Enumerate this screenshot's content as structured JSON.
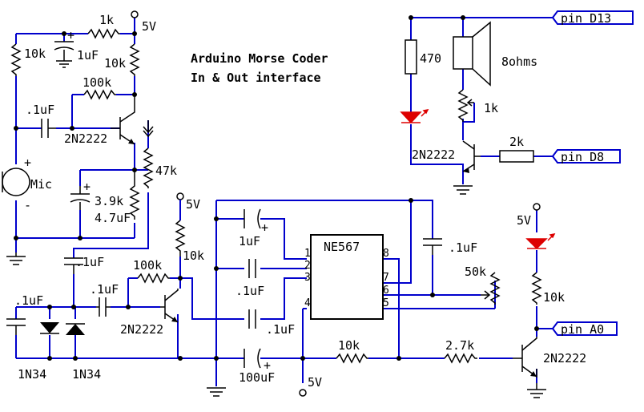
{
  "title_line1": "Arduino Morse Coder",
  "title_line2": "In & Out interface",
  "labels": {
    "r_top_1k": "1k",
    "vcc_top": "5V",
    "r_10k_left": "10k",
    "c_1uF_top": "1uF",
    "r_10k_mid": "10k",
    "r_100k_top": "100k",
    "c_01uF_left": ".1uF",
    "q1": "2N2222",
    "mic": "Mic",
    "plus": "+",
    "minus": "-",
    "r_47k": "47k",
    "r_39k": "3.9k",
    "c_47uF": "4.7uF",
    "vcc_mid": "5V",
    "r_10k_q2": "10k",
    "c_01uF_a": ".1uF",
    "r_100k_q2": "100k",
    "c_01uF_b": ".1uF",
    "c_01uF_c": ".1uF",
    "q2": "2N2222",
    "d1": "1N34",
    "d2": "1N34",
    "c_1uF_ic": "1uF",
    "c_01uF_ic3": ".1uF",
    "c_01uF_ic4": ".1uF",
    "c_01uF_ic8": ".1uF",
    "chip": "NE567",
    "pot_50k": "50k",
    "c_100uF": "100uF",
    "vcc_bottom": "5V",
    "r_10k_bottom": "10k",
    "r_27k": "2.7k",
    "q3": "2N2222",
    "vcc_right": "5V",
    "r_10k_right": "10k",
    "pin_a0": "pin A0",
    "r_470": "470",
    "spk": "8ohms",
    "pot_1k": "1k",
    "q4": "2N2222",
    "r_2k": "2k",
    "pin_d13": "pin D13",
    "pin_d8": "pin D8"
  },
  "chip_pins": [
    "1",
    "2",
    "3",
    "4",
    "5",
    "6",
    "7",
    "8"
  ],
  "colors": {
    "wire": "#0000cc",
    "component": "#000000",
    "led": "#dd0000",
    "background": "#ffffff"
  }
}
